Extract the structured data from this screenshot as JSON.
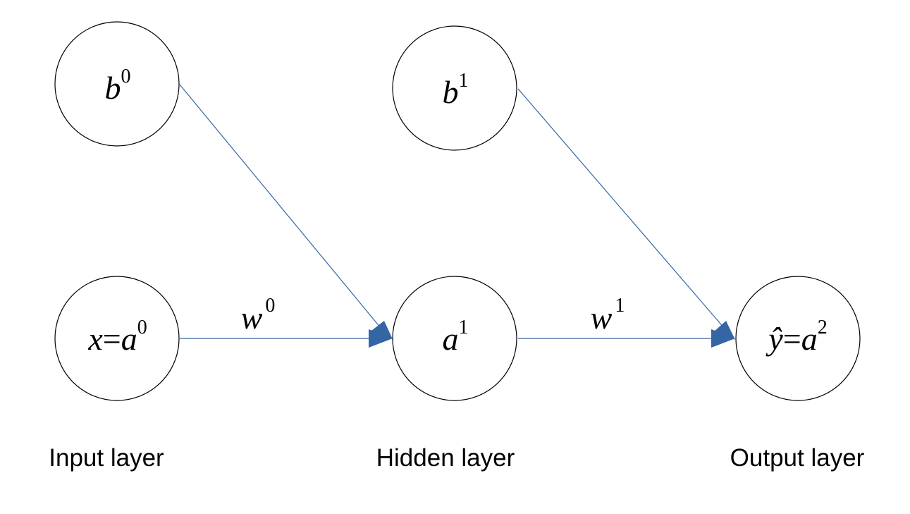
{
  "nodes": {
    "bias0": {
      "symbol": "b",
      "sup": "0"
    },
    "input": {
      "lhs": "x",
      "eq": "=",
      "symbol": "a",
      "sup": "0"
    },
    "bias1": {
      "symbol": "b",
      "sup": "1"
    },
    "hidden": {
      "symbol": "a",
      "sup": "1"
    },
    "output": {
      "lhs": "ŷ",
      "eq": "=",
      "symbol": "a",
      "sup": "2"
    }
  },
  "weights": {
    "w0": {
      "symbol": "w",
      "sup": "0"
    },
    "w1": {
      "symbol": "w",
      "sup": "1"
    }
  },
  "layers": {
    "input": "Input layer",
    "hidden": "Hidden layer",
    "output": "Output layer"
  },
  "colors": {
    "edge": "#3465a4",
    "node_stroke": "#000000"
  }
}
